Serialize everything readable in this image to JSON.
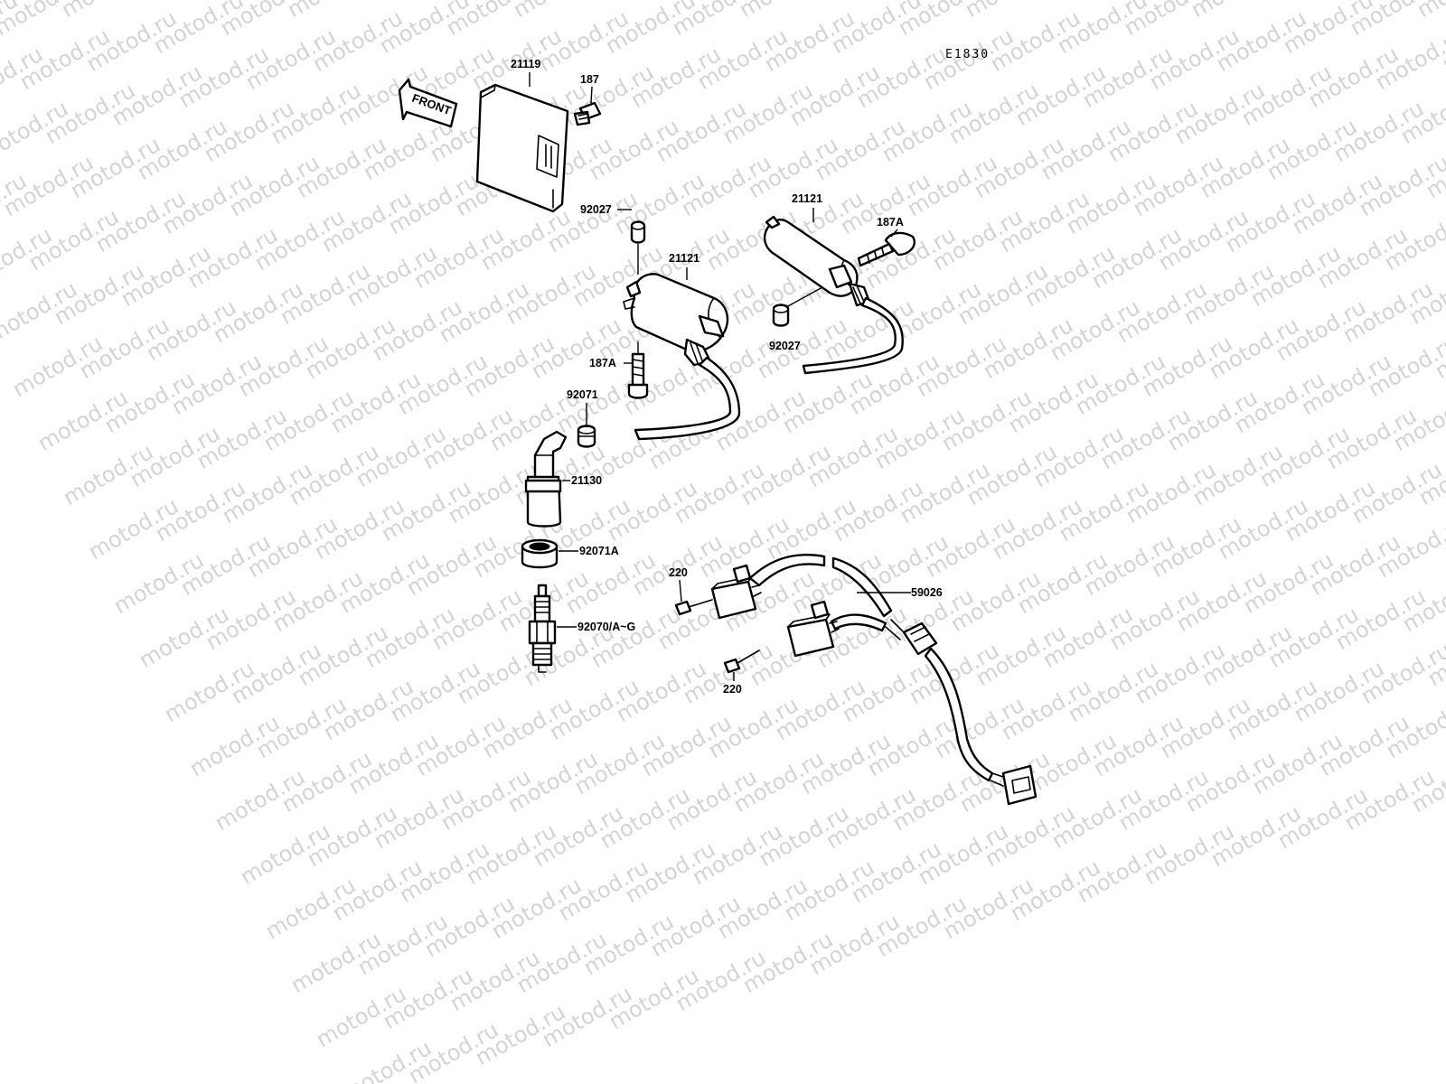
{
  "diagram": {
    "code": "E1830",
    "front_arrow": "FRONT",
    "watermark": "motod.ru"
  },
  "parts": {
    "p21119": "21119",
    "p187": "187",
    "p21121_right": "21121",
    "p187A_right": "187A",
    "p92027_right": "92027",
    "p92027_left": "92027",
    "p21121_left": "21121",
    "p187A_left": "187A",
    "p92071": "92071",
    "p21130": "21130",
    "p92071A": "92071A",
    "p92070": "92070/A~G",
    "p220_top": "220",
    "p220_bottom": "220",
    "p59026": "59026"
  },
  "colors": {
    "line": "#000000",
    "watermark": "#d4d4d4",
    "background": "#ffffff"
  }
}
